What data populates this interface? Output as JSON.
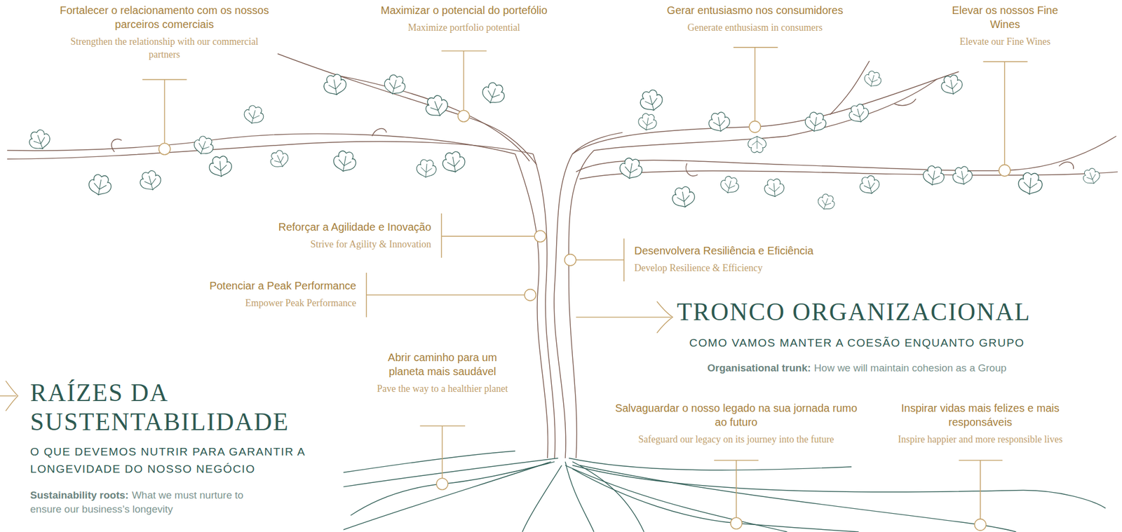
{
  "diagram": {
    "nodes": [
      {
        "text": [
          "Fortalecer o relacionamento com os nossos parceiros comerciais",
          "Strengthen the relationship with our commercial partners"
        ]
      },
      {
        "text": [
          "Maximizar o potencial do portefólio",
          "Maximize portfolio potential"
        ]
      },
      {
        "text": [
          "Gerar entusiasmo nos consumidores",
          "Generate enthusiasm in consumers"
        ]
      },
      {
        "text": [
          "Elevar os nossos Fine Wines",
          "Elevate our Fine Wines"
        ]
      },
      {
        "text": [
          "Reforçar a Agilidade e Inovação",
          "Strive for Agility & Innovation"
        ]
      },
      {
        "text": [
          "Desenvolvera Resiliência e Eficiência",
          "Develop Resilience & Efficiency"
        ]
      },
      {
        "text": [
          "Potenciar a Peak Performance",
          "Empower Peak Performance"
        ]
      },
      {
        "text": [
          "Abrir caminho para um planeta mais saudável",
          "Pave the way to a healthier planet"
        ]
      },
      {
        "text": [
          "Salvaguardar o nosso legado na sua jornada rumo ao futuro",
          "Safeguard our legacy on its journey into the future"
        ]
      },
      {
        "text": [
          "Inspirar vidas mais felizes e mais responsáveis",
          "Inspire happier and more responsible lives"
        ]
      }
    ],
    "labels": [
      "TRONCO ORGANIZACIONAL",
      "COMO VAMOS MANTER A COESÃO ENQUANTO GRUPO",
      "Organisational trunk:",
      "How we will maintain cohesion as a Group",
      "RAÍZES DA SUSTENTABILIDADE",
      "O QUE DEVEMOS NUTRIR PARA GARANTIR A LONGEVIDADE DO NOSSO NEGÓCIO",
      "Sustainability roots:",
      "What we must nurture to ensure our business’s longevity"
    ]
  }
}
